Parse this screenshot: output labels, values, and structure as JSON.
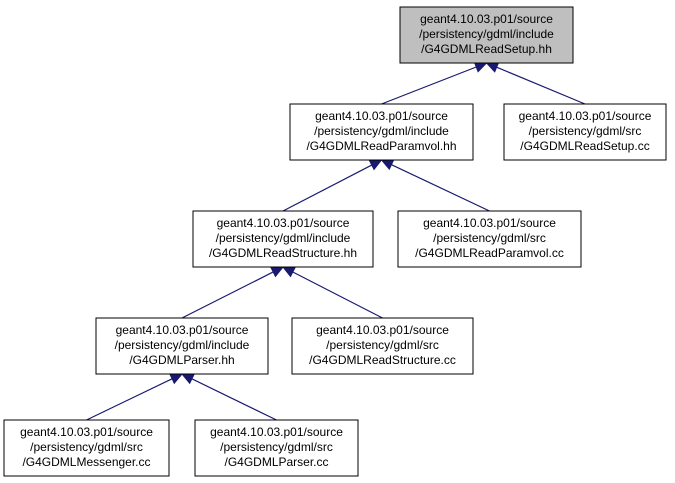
{
  "diagram": {
    "nodes": [
      {
        "id": "read_setup_hh",
        "lines": [
          "geant4.10.03.p01/source",
          "/persistency/gdml/include",
          "/G4GDMLReadSetup.hh"
        ],
        "root": true
      },
      {
        "id": "read_paramvol_hh",
        "lines": [
          "geant4.10.03.p01/source",
          "/persistency/gdml/include",
          "/G4GDMLReadParamvol.hh"
        ]
      },
      {
        "id": "read_setup_cc",
        "lines": [
          "geant4.10.03.p01/source",
          "/persistency/gdml/src",
          "/G4GDMLReadSetup.cc"
        ]
      },
      {
        "id": "read_structure_hh",
        "lines": [
          "geant4.10.03.p01/source",
          "/persistency/gdml/include",
          "/G4GDMLReadStructure.hh"
        ]
      },
      {
        "id": "read_paramvol_cc",
        "lines": [
          "geant4.10.03.p01/source",
          "/persistency/gdml/src",
          "/G4GDMLReadParamvol.cc"
        ]
      },
      {
        "id": "parser_hh",
        "lines": [
          "geant4.10.03.p01/source",
          "/persistency/gdml/include",
          "/G4GDMLParser.hh"
        ]
      },
      {
        "id": "read_structure_cc",
        "lines": [
          "geant4.10.03.p01/source",
          "/persistency/gdml/src",
          "/G4GDMLReadStructure.cc"
        ]
      },
      {
        "id": "messenger_cc",
        "lines": [
          "geant4.10.03.p01/source",
          "/persistency/gdml/src",
          "/G4GDMLMessenger.cc"
        ]
      },
      {
        "id": "parser_cc",
        "lines": [
          "geant4.10.03.p01/source",
          "/persistency/gdml/src",
          "/G4GDMLParser.cc"
        ]
      }
    ],
    "edges": [
      {
        "from": "read_paramvol_hh",
        "to": "read_setup_hh"
      },
      {
        "from": "read_setup_cc",
        "to": "read_setup_hh"
      },
      {
        "from": "read_structure_hh",
        "to": "read_paramvol_hh"
      },
      {
        "from": "read_paramvol_cc",
        "to": "read_paramvol_hh"
      },
      {
        "from": "parser_hh",
        "to": "read_structure_hh"
      },
      {
        "from": "read_structure_cc",
        "to": "read_structure_hh"
      },
      {
        "from": "messenger_cc",
        "to": "parser_hh"
      },
      {
        "from": "parser_cc",
        "to": "parser_hh"
      }
    ],
    "colors": {
      "edge": "#191970",
      "root_fill": "#bfbfbf",
      "node_fill": "#ffffff",
      "border": "#000000"
    }
  }
}
